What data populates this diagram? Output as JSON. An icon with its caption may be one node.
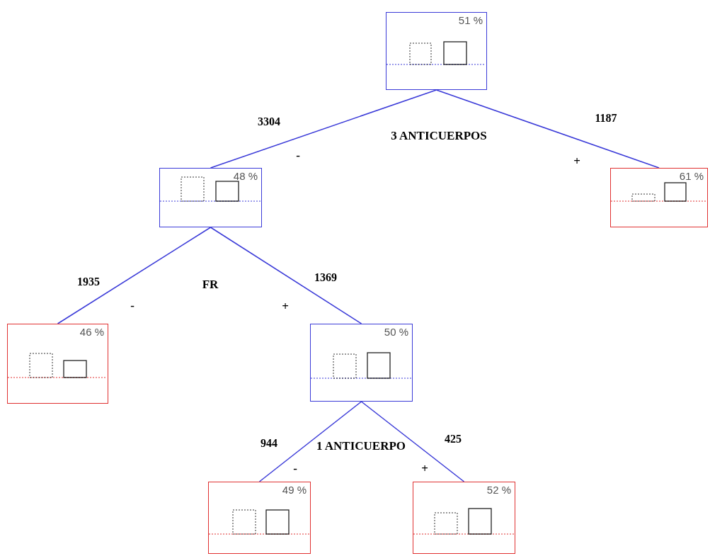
{
  "diagram": {
    "nodes": [
      {
        "text": [
          "51 %"
        ]
      },
      {
        "text": [
          "48 %"
        ]
      },
      {
        "text": [
          "61 %"
        ]
      },
      {
        "text": [
          "46 %"
        ]
      },
      {
        "text": [
          "50 %"
        ]
      },
      {
        "text": [
          "49 %"
        ]
      },
      {
        "text": [
          "52 %"
        ]
      }
    ],
    "edges": [
      {
        "from": 0,
        "to": 1,
        "arrow": "none",
        "label": "3304"
      },
      {
        "from": 0,
        "to": 2,
        "arrow": "none",
        "label": "1187"
      },
      {
        "from": 1,
        "to": 3,
        "arrow": "none",
        "label": "1935"
      },
      {
        "from": 1,
        "to": 4,
        "arrow": "none",
        "label": "1369"
      },
      {
        "from": 4,
        "to": 5,
        "arrow": "none",
        "label": "944"
      },
      {
        "from": 4,
        "to": 6,
        "arrow": "none",
        "label": "425"
      }
    ],
    "labels": [
      "-",
      "3 ANTICUERPOS",
      "+",
      "-",
      "FR",
      "+",
      "1 ANTICUERPO",
      "-",
      "+"
    ]
  }
}
